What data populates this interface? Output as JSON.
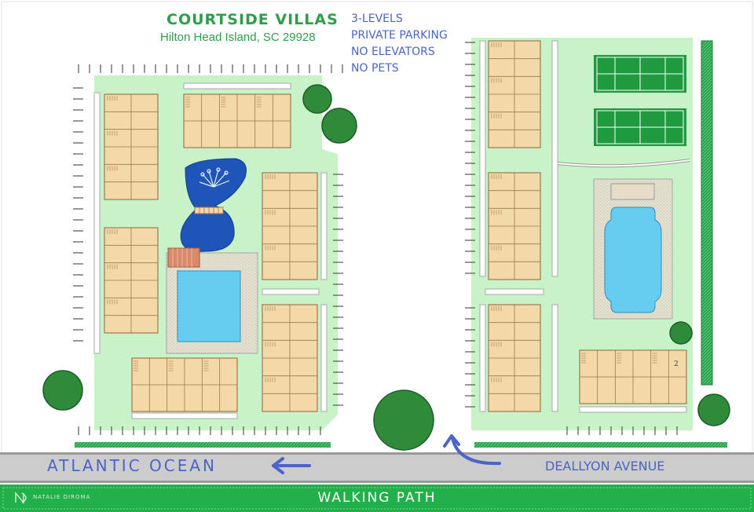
{
  "header": {
    "title": "COURTSIDE VILLAS",
    "subtitle": "Hilton Head Island, SC 29928"
  },
  "features": [
    "3-LEVELS",
    "PRIVATE PARKING",
    "NO ELEVATORS",
    "NO PETS"
  ],
  "labels": {
    "ocean": "ATLANTIC OCEAN",
    "avenue": "DEALLYON AVENUE",
    "walking_path": "WALKING PATH",
    "credit": "NATALIE DIROMA",
    "unit_number": "2"
  },
  "colors": {
    "lawn": "#c8f2c8",
    "building": "#f3d9a8",
    "building_line": "#a07850",
    "pool_water": "#66ccf0",
    "pond": "#1f55b8",
    "tree": "#2f8a3a",
    "court": "#1f9a3f",
    "road": "#cccccc",
    "path": "#22b04a",
    "text_green": "#2e9e4a",
    "text_blue": "#4a64c8"
  },
  "icons": {
    "ocean_arrow": "left-arrow-icon",
    "avenue_arrow": "curved-up-arrow-icon",
    "logo": "nd-logo-icon"
  }
}
